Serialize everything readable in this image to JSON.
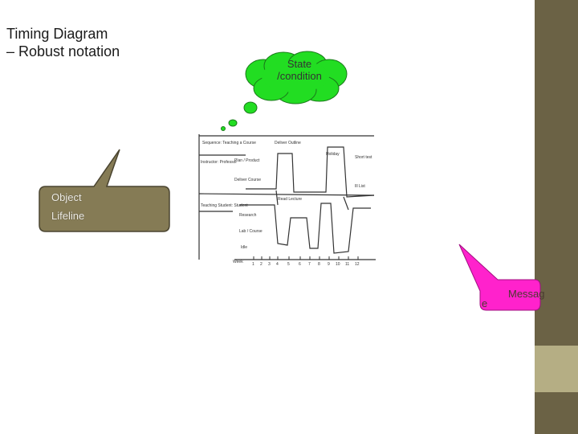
{
  "title": {
    "line1": "Timing Diagram",
    "line2": "– Robust notation"
  },
  "callouts": {
    "state": {
      "line1": "State",
      "line2": "/condition",
      "color": "#22dd22"
    },
    "object": {
      "line1": "Object",
      "line2": "Lifeline",
      "color": "#857b55"
    },
    "message": {
      "part1": "Messag",
      "part2": "e",
      "color": "#ff22cc"
    }
  },
  "sketch": {
    "sequence_label": "Sequence: Teaching a Course",
    "lifeline_top": "Instructor: Professor",
    "lifeline_bottom": "Teaching Student: Student",
    "time_axis_label": "Week",
    "ticks": [
      "1",
      "2",
      "3",
      "4",
      "5",
      "6",
      "7",
      "8",
      "9",
      "10",
      "11",
      "12"
    ]
  },
  "colors": {
    "sidebar": "#6b6245",
    "sidebar_light": "#b5ae84"
  }
}
